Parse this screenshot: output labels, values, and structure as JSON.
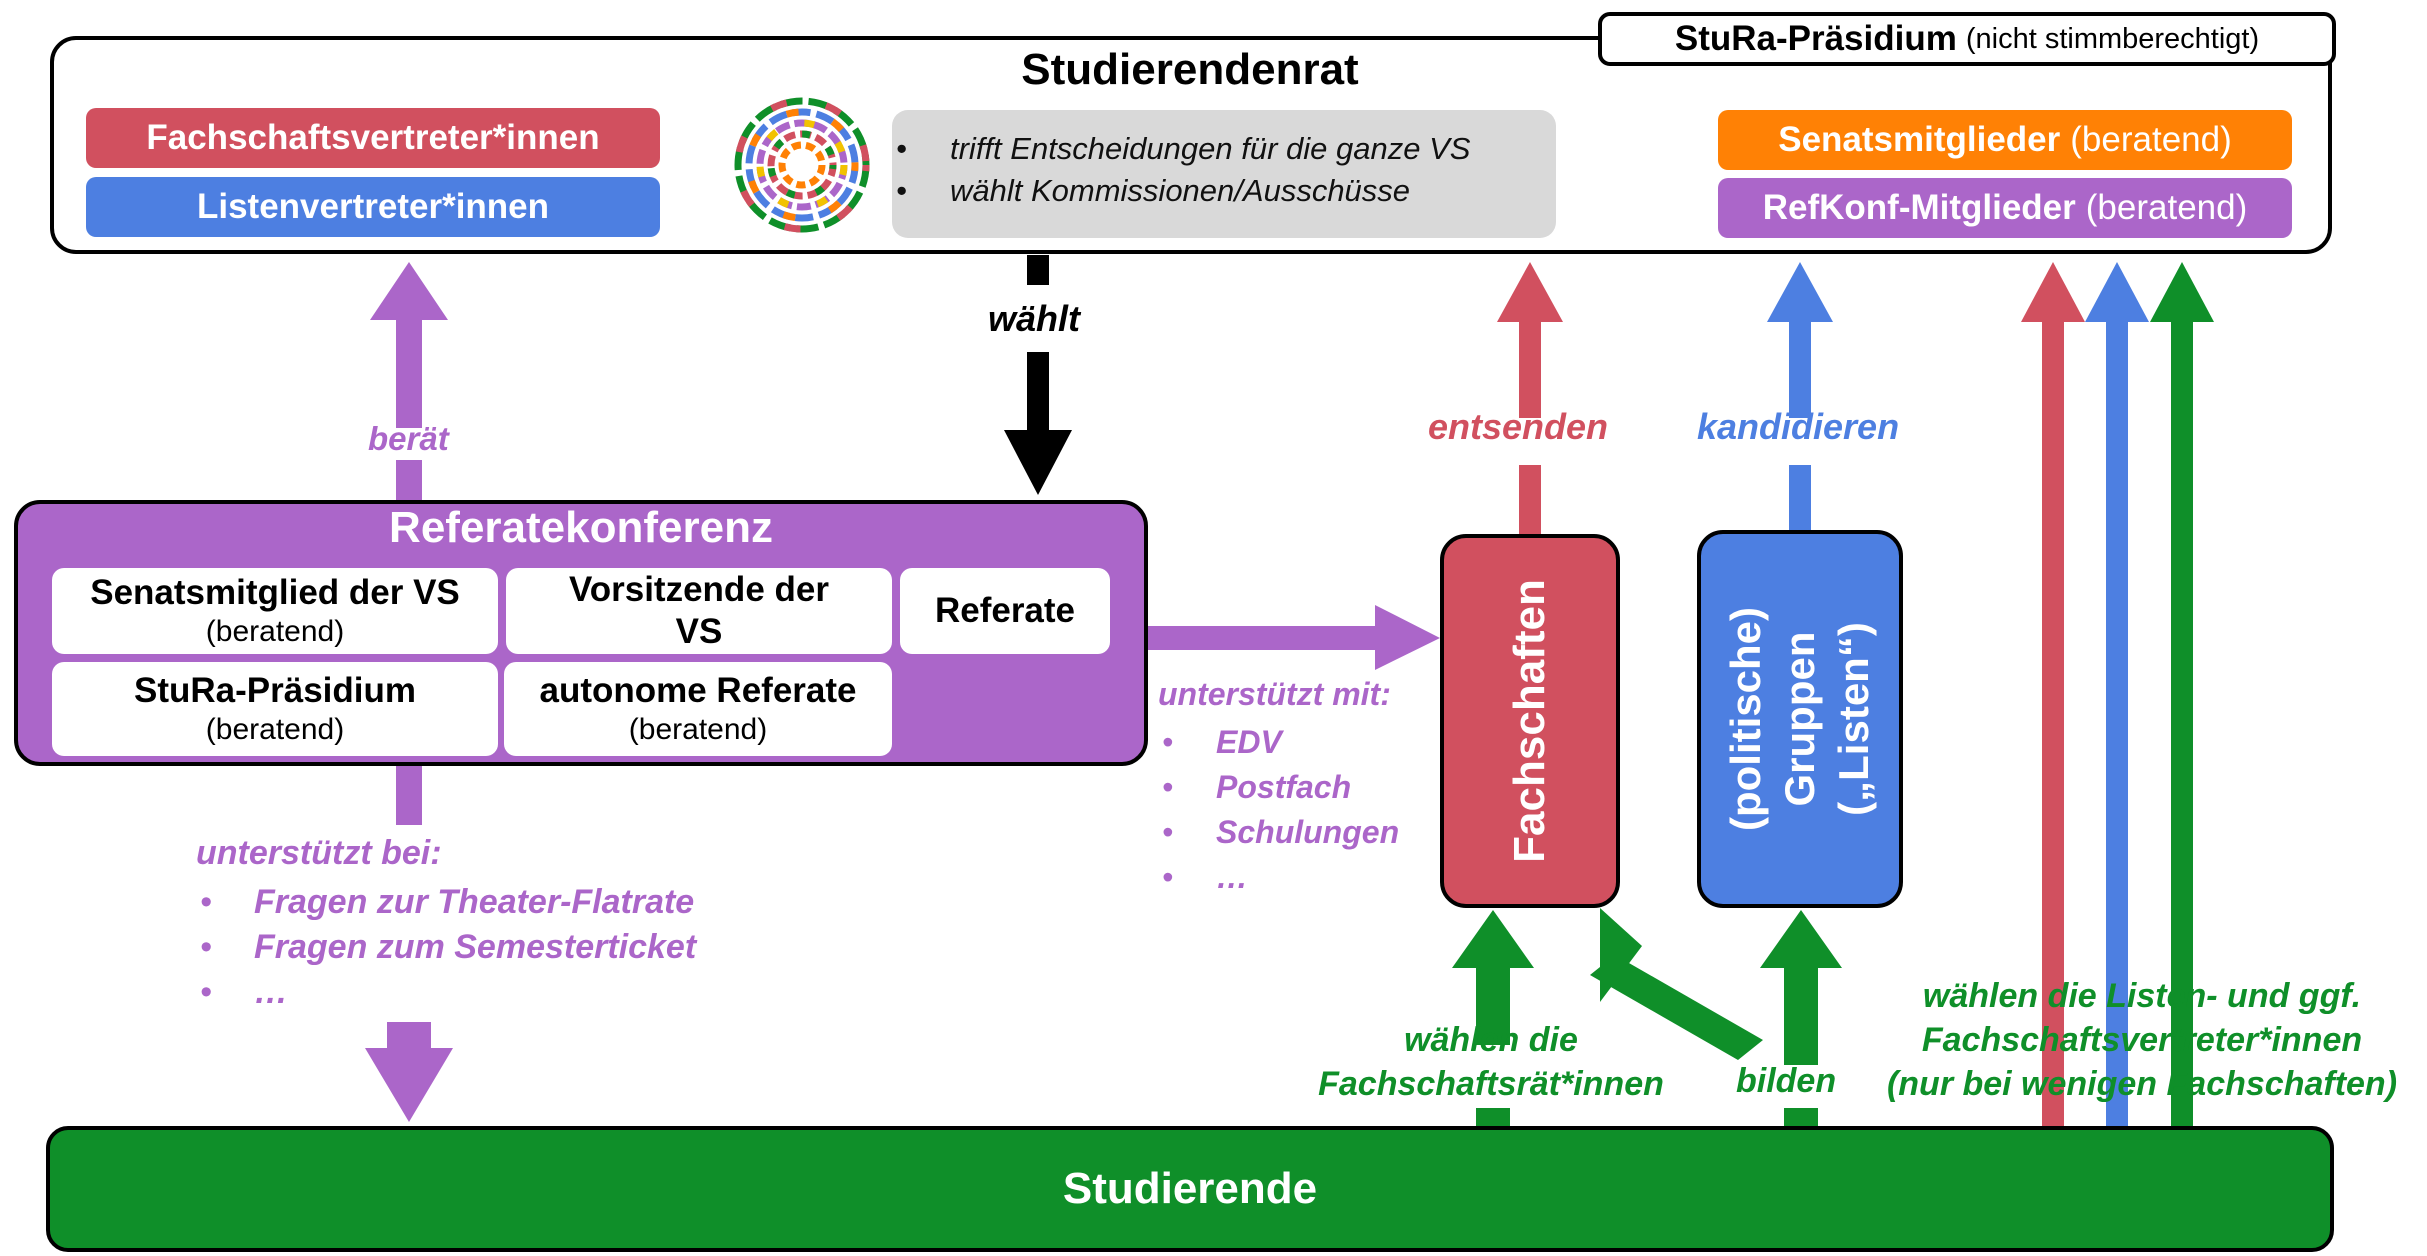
{
  "colors": {
    "red": "#d1505f",
    "blue": "#4d7fe1",
    "green": "#0f8f29",
    "purple": "#ab66c9",
    "orange": "#ff8105",
    "grey": "#d9d9d9",
    "black": "#000000"
  },
  "studierendenrat": {
    "title": "Studierendenrat",
    "praesidium_label": "StuRa-Präsidium",
    "praesidium_note": "(nicht stimmberechtigt)",
    "left_roles": [
      "Fachschaftsvertreter*innen",
      "Listenvertreter*innen"
    ],
    "tasks": [
      "trifft Entscheidungen für die ganze VS",
      "wählt Kommissionen/Ausschüsse"
    ],
    "advisory_roles": [
      {
        "label": "Senatsmitglieder",
        "note": "(beratend)"
      },
      {
        "label": "RefKonf-Mitglieder",
        "note": "(beratend)"
      }
    ]
  },
  "referatekonferenz": {
    "title": "Referatekonferenz",
    "members": [
      {
        "label": "Senatsmitglied der VS",
        "note": "(beratend)"
      },
      {
        "label": "Vorsitzende der VS",
        "note": ""
      },
      {
        "label": "Referate",
        "note": ""
      },
      {
        "label": "StuRa-Präsidium",
        "note": "(beratend)"
      },
      {
        "label": "autonome Referate",
        "note": "(beratend)"
      }
    ]
  },
  "fachschaften": {
    "label": "Fachschaften"
  },
  "gruppen": {
    "label": "(politische) Gruppen („Listen“)"
  },
  "studierende": {
    "label": "Studierende"
  },
  "labels": {
    "waehlt": "wählt",
    "beraet": "berät",
    "entsenden": "entsenden",
    "kandidieren": "kandidieren",
    "waehlen_fsr": [
      "wählen die",
      "Fachschaftsrät*innen"
    ],
    "bilden": "bilden",
    "waehlen_listen": [
      "wählen die Listen- und ggf.",
      "Fachschaftsvertreter*innen",
      "(nur bei wenigen Fachschaften)"
    ],
    "unterstuetzt_bei": "unterstützt bei:",
    "unterstuetzt_bei_items": [
      "Fragen zur Theater-Flatrate",
      "Fragen zum Semesterticket",
      "…"
    ],
    "unterstuetzt_mit": "unterstützt mit:",
    "unterstuetzt_mit_items": [
      "EDV",
      "Postfach",
      "Schulungen",
      "…"
    ]
  }
}
